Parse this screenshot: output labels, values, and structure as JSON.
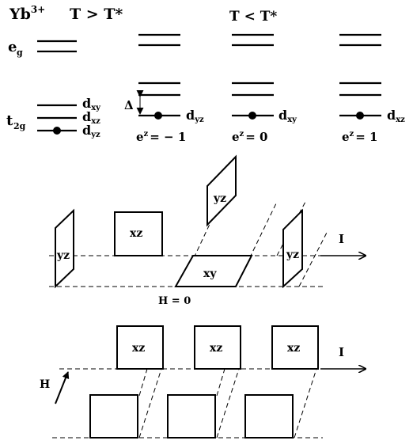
{
  "top": {
    "ion": "Yb",
    "ion_charge": "3+",
    "high_temp": "T > T*",
    "low_temp": "T < T*",
    "eg": "e",
    "eg_sub": "g",
    "t2g": "t",
    "t2g_sub": "2g",
    "orbitals": {
      "dxy": "xy",
      "dxz": "xz",
      "dyz": "yz",
      "d": "d"
    },
    "delta": "Δ",
    "ez_sup": "z",
    "ez_base": "e",
    "ez_values": [
      "= − 1",
      "= 0",
      "= 1"
    ]
  },
  "middle": {
    "yz": "yz",
    "xz": "xz",
    "xy": "xy",
    "current": "I",
    "field": "H = 0"
  },
  "bottom": {
    "xz": "xz",
    "current": "I",
    "field": "H"
  }
}
